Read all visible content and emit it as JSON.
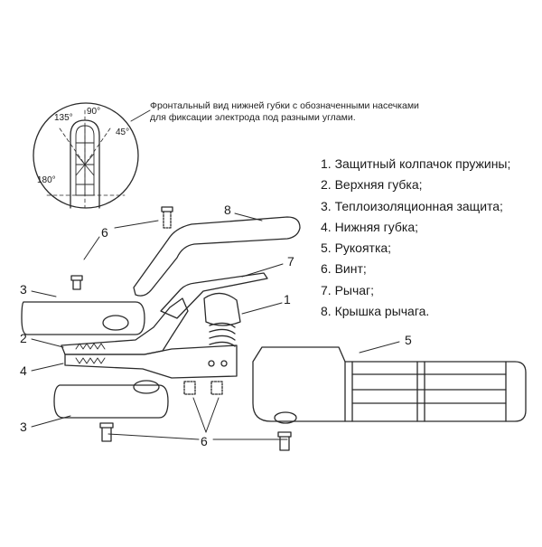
{
  "caption": {
    "line1": "Фронтальный вид нижней губки с обозначенными насечками",
    "line2": "для фиксации электрода под разными углами."
  },
  "angles": [
    "135°",
    "90°",
    "45°",
    "180°"
  ],
  "legend": [
    "1. Защитный колпачок пружины;",
    "2. Верхняя губка;",
    "3. Теплоизоляционная защита;",
    "4. Нижняя губка;",
    "5. Рукоятка;",
    "6. Винт;",
    "7. Рычаг;",
    "8. Крышка рычага."
  ],
  "callouts": {
    "n1": "1",
    "n2": "2",
    "n3_top": "3",
    "n3_bottom": "3",
    "n4": "4",
    "n5": "5",
    "n6_top": "6",
    "n6_bottom": "6",
    "n7": "7",
    "n8": "8"
  }
}
